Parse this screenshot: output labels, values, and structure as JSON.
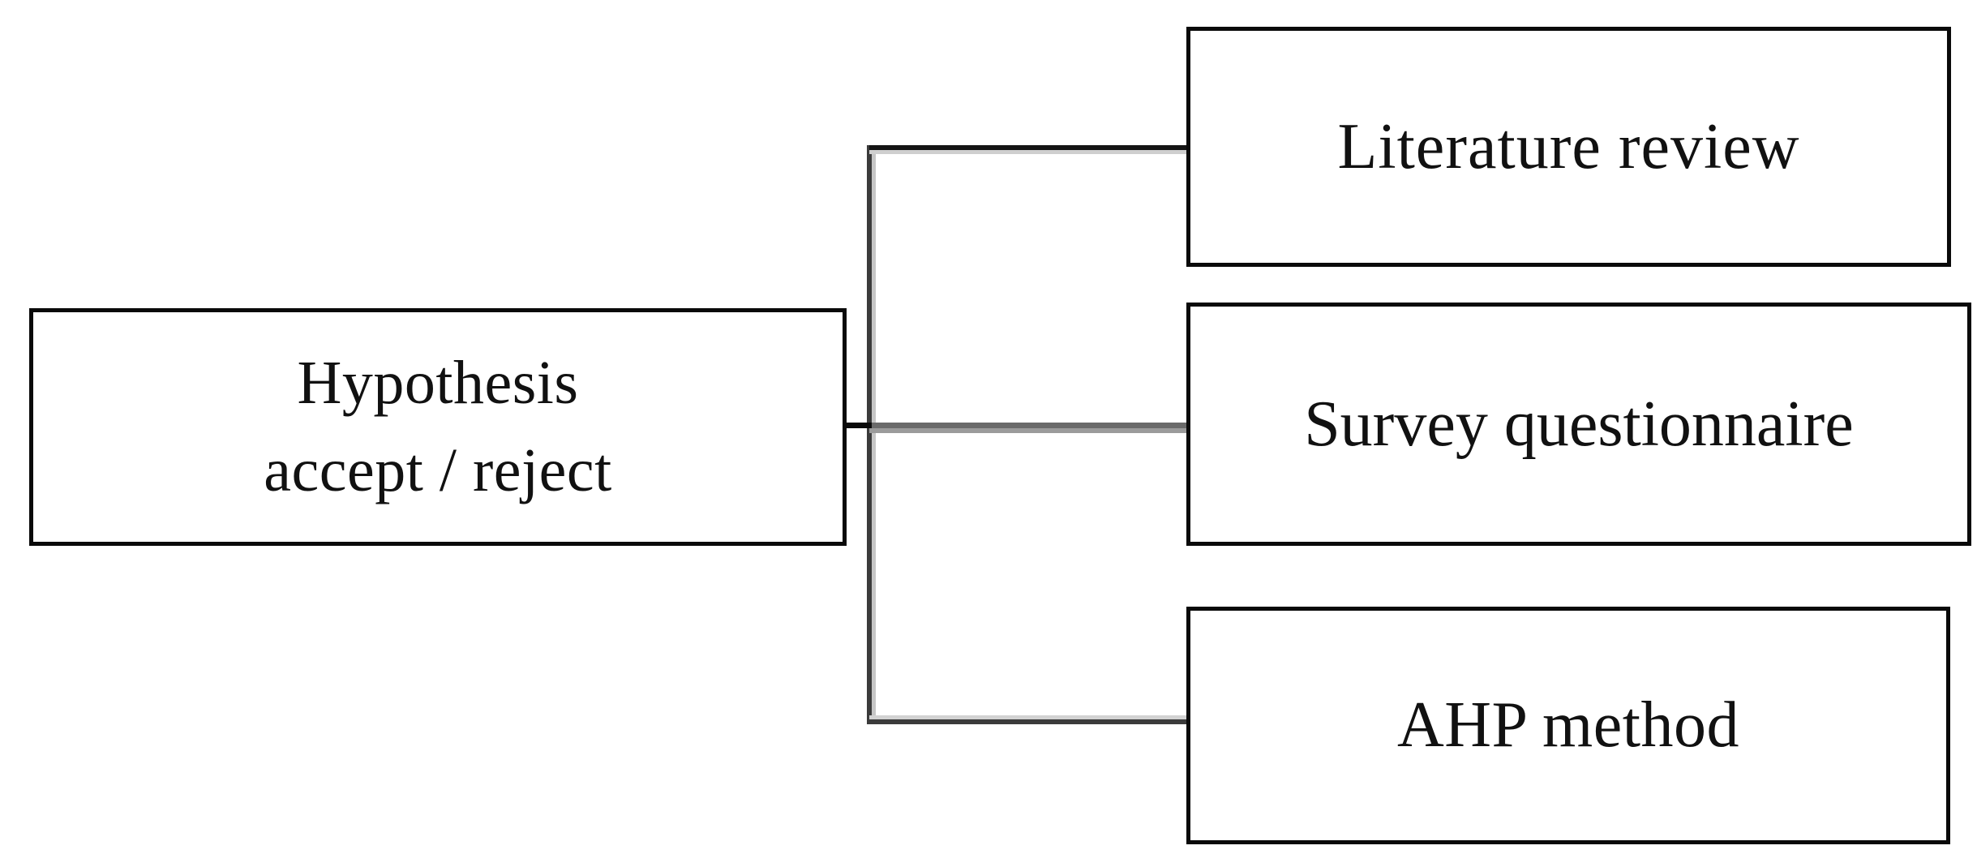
{
  "diagram": {
    "type": "flowchart",
    "orientation": "left-to-right",
    "background_color": "#ffffff",
    "nodes": [
      {
        "id": "hypothesis",
        "label": "Hypothesis\naccept / reject",
        "role": "root",
        "border_color": "#0a0a0a",
        "fill_color": "#ffffff"
      },
      {
        "id": "literature",
        "label": "Literature  review",
        "role": "leaf",
        "border_color": "#0a0a0a",
        "fill_color": "#ffffff"
      },
      {
        "id": "survey",
        "label": "Survey questionnaire",
        "role": "leaf",
        "border_color": "#0a0a0a",
        "fill_color": "#ffffff"
      },
      {
        "id": "ahp",
        "label": "AHP method",
        "role": "leaf",
        "border_color": "#0a0a0a",
        "fill_color": "#ffffff"
      }
    ],
    "edges": [
      {
        "id": "edge-hypothesis-trunk",
        "from": "hypothesis",
        "to": "trunk",
        "color": "#0a0a0a"
      },
      {
        "id": "edge-trunk-literature",
        "from": "trunk",
        "to": "literature",
        "color": "#141414"
      },
      {
        "id": "edge-trunk-survey",
        "from": "trunk",
        "to": "survey",
        "color": "#6a6a6a"
      },
      {
        "id": "edge-trunk-ahp",
        "from": "trunk",
        "to": "ahp",
        "color": "#3b3b3b"
      }
    ],
    "trunk": {
      "id": "trunk",
      "color": "#3b3b3b"
    }
  }
}
